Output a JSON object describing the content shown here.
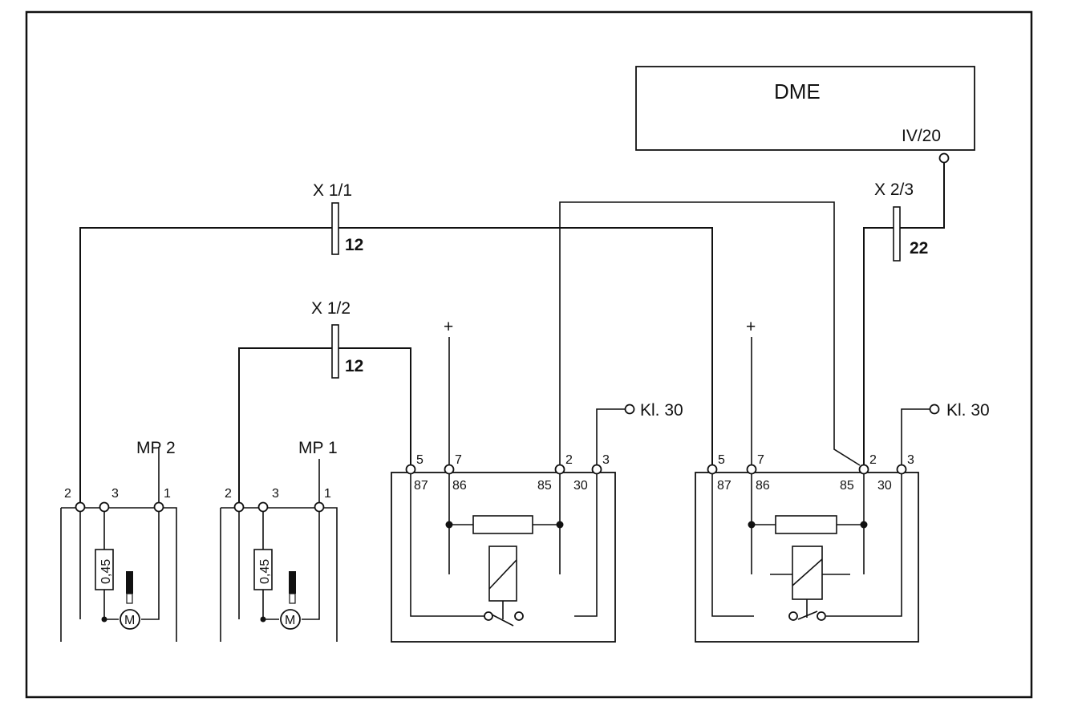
{
  "dme": {
    "title": "DME",
    "pin": "IV/20"
  },
  "connectors": {
    "x1_1": {
      "name": "X 1/1",
      "pin": "12"
    },
    "x1_2": {
      "name": "X 1/2",
      "pin": "12"
    },
    "x2_3": {
      "name": "X 2/3",
      "pin": "22"
    }
  },
  "motors": {
    "mp2": {
      "label": "MP 2",
      "pins": [
        "2",
        "3",
        "1"
      ],
      "resistor": "0,45",
      "motor_symbol": "M"
    },
    "mp1": {
      "label": "MP 1",
      "pins": [
        "2",
        "3",
        "1"
      ],
      "resistor": "0,45",
      "motor_symbol": "M"
    }
  },
  "relays": {
    "left": {
      "plus": "+",
      "kl30": "Kl. 30",
      "socket_pins": [
        "5",
        "7",
        "2",
        "3"
      ],
      "terminal_labels": [
        "87",
        "86",
        "85",
        "30"
      ]
    },
    "right": {
      "plus": "+",
      "kl30": "Kl. 30",
      "socket_pins": [
        "5",
        "7",
        "2",
        "3"
      ],
      "terminal_labels": [
        "87",
        "86",
        "85",
        "30"
      ]
    }
  }
}
